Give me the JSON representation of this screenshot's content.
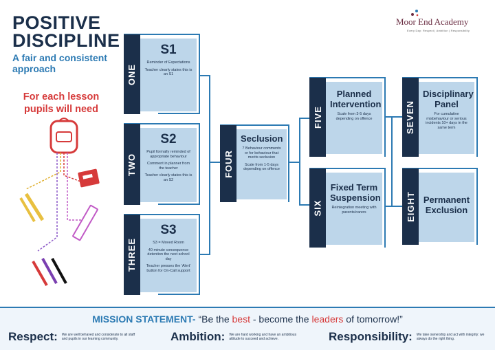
{
  "header": {
    "title_line1": "POSITIVE",
    "title_line2": "DISCIPLINE",
    "subtitle": "A fair and consistent approach",
    "lesson_note": "For each lesson pupils will need"
  },
  "logo": {
    "name": "Moor End Academy",
    "tagline": "Every Day: Respect | Ambition | Responsibility"
  },
  "stages": [
    {
      "tab": "ONE",
      "title": "S1",
      "lines": [
        "Reminder of Expectations",
        "Teacher clearly states this is an S1"
      ]
    },
    {
      "tab": "TWO",
      "title": "S2",
      "lines": [
        "Pupil formally reminded of appropriate behaviour",
        "Comment in planner from the teacher",
        "Teacher clearly states this is an S2"
      ]
    },
    {
      "tab": "THREE",
      "title": "S3",
      "lines": [
        "S3 = Moved Room",
        "40 minute consequence detention the next school day",
        "Teacher presses the 'Alert' button for On-Call support"
      ]
    },
    {
      "tab": "FOUR",
      "title": "Seclusion",
      "lines": [
        "7 Behaviour comments or for behaviour that merits seclusion",
        "Scale from 1-5 days depending on offence"
      ]
    },
    {
      "tab": "FIVE",
      "title": "Planned Intervention",
      "lines": [
        "Scale from 3-5 days depending on offence"
      ]
    },
    {
      "tab": "SIX",
      "title": "Fixed Term Suspension",
      "lines": [
        "Reintegration meeting with parents/carers"
      ]
    },
    {
      "tab": "SEVEN",
      "title": "Disciplinary Panel",
      "lines": [
        "For cumulative misbehaviour or serious incidents 10+ days in the same term"
      ]
    },
    {
      "tab": "EIGHT",
      "title": "Permanent Exclusion",
      "lines": []
    }
  ],
  "mission": {
    "label": "MISSION STATEMENT-",
    "q1": "“Be the ",
    "q2": "best",
    "q3": " - become the ",
    "q4": "leaders",
    "q5": " of tomorrow!”"
  },
  "values": [
    {
      "name": "Respect:",
      "desc": "We are well behaved and considerate to all staff and pupils in our learning community."
    },
    {
      "name": "Ambition:",
      "desc": "We are hard working and have an ambitious attitude to succeed and achieve."
    },
    {
      "name": "Responsibility:",
      "desc": "We take ownership and act with integrity: we always do the right thing."
    }
  ],
  "colors": {
    "navy": "#1b2f4a",
    "light_blue": "#bdd6ea",
    "accent_blue": "#2c7ab3",
    "red": "#d63a3a"
  },
  "icons": [
    "backpack-icon",
    "pencil-icon",
    "planner-icon",
    "ruler-icon",
    "pens-icon"
  ]
}
